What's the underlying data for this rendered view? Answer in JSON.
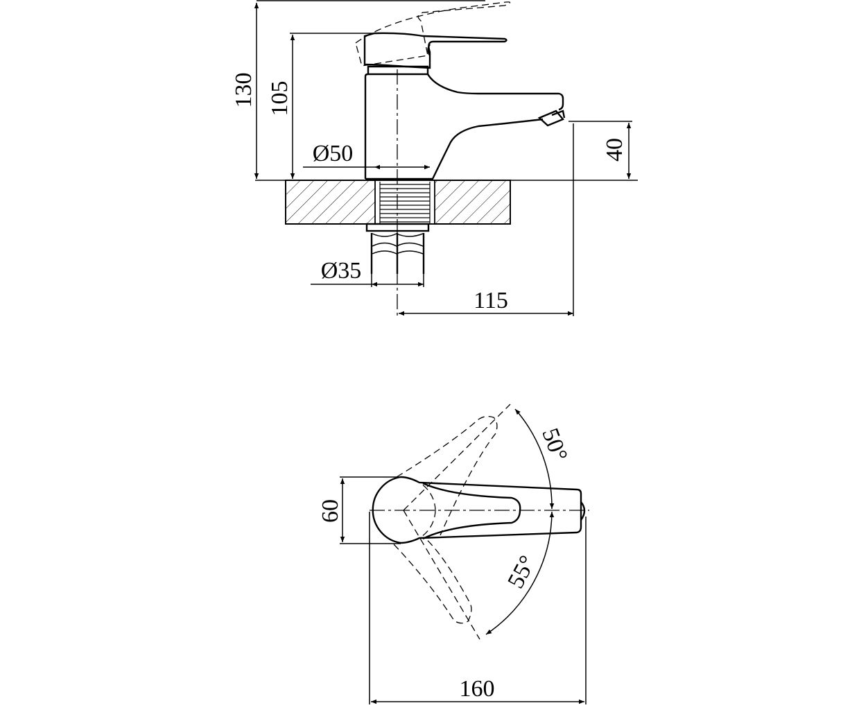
{
  "side_view": {
    "dim_height_total": "130",
    "dim_height_handle": "105",
    "dim_body_diameter": "Ø50",
    "dim_spout_height": "40",
    "dim_shank_diameter": "Ø35",
    "dim_spout_reach": "115"
  },
  "top_view": {
    "dim_width": "60",
    "dim_length": "160",
    "angle_left": "50°",
    "angle_right": "55°"
  }
}
